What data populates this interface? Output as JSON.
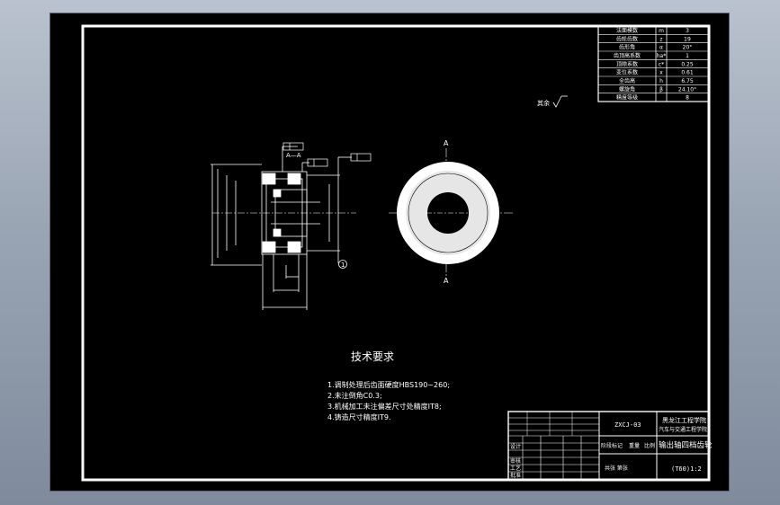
{
  "drawing": {
    "tech_title": "技术要求",
    "requirements": [
      "1.调制处理后齿面硬度HBS190~260;",
      "2.未注倒角C0.3;",
      "3.机械加工未注偏差尺寸处精度IT8;",
      "4.铸造尺寸精度IT9."
    ],
    "roughness_note": "其余",
    "section_label": "A—A",
    "section_mark": "A",
    "balloon_number": "1",
    "param_table": {
      "rows": [
        {
          "name": "法面模数",
          "symbol": "m",
          "value": "3"
        },
        {
          "name": "齿轮齿数",
          "symbol": "z",
          "value": "19"
        },
        {
          "name": "齿形角",
          "symbol": "α",
          "value": "20°"
        },
        {
          "name": "齿顶高系数",
          "symbol": "ha*",
          "value": "1"
        },
        {
          "name": "顶隙系数",
          "symbol": "c*",
          "value": "0.25"
        },
        {
          "name": "变位系数",
          "symbol": "x",
          "value": "0.61"
        },
        {
          "name": "全齿高",
          "symbol": "h",
          "value": "6.75"
        },
        {
          "name": "螺旋角",
          "symbol": "β",
          "value": "24.10°"
        },
        {
          "name": "精度等级",
          "symbol": "",
          "value": "8"
        }
      ]
    },
    "title_block": {
      "drawing_no": "ZXCJ-03",
      "school": "黑龙江工程学院",
      "department": "汽车与交通工程学院",
      "part_name": "输出轴四档齿轮",
      "material": "(T60)1:2",
      "labels": {
        "design": "设计",
        "check": "审核",
        "process": "工艺",
        "approve": "批准",
        "scale": "比例",
        "sheet": "共张 第张",
        "stage": "阶段标记",
        "weight": "重量"
      }
    }
  }
}
